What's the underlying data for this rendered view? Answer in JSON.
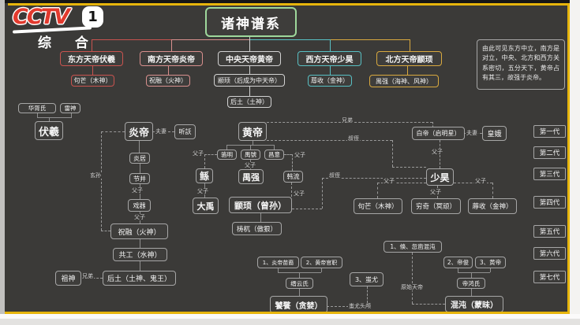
{
  "channel": {
    "name": "CCTV",
    "number": "1",
    "subtitle": "综 合"
  },
  "title": "诸神谱系",
  "note": "由此可见东方中立，南方是对立，中央、北方和西方关系密切，五分天下，黄帝占有其三，故强于炎帝。",
  "pantheon": {
    "row1": [
      "东方天帝伏羲",
      "南方天帝炎帝",
      "中央天帝黄帝",
      "西方天帝少昊",
      "北方天帝颛顼"
    ],
    "row2": [
      "句芒（木神）",
      "祝融（火神）",
      "颛顼（后成为中天帝）",
      "蓐收（金神）",
      "禺强（海神、风神）",
      "后土（土神）"
    ]
  },
  "generations": [
    "第一代",
    "第二代",
    "第三代",
    "第四代",
    "第五代",
    "第六代",
    "第七代"
  ],
  "nodes": {
    "huaxushi": "华胥氏",
    "leishen": "雷神",
    "fuxi": "伏羲",
    "yandi": "炎帝",
    "tingyao": "听訞",
    "yanju": "炎居",
    "jiebing": "节并",
    "xiqi": "戏器",
    "zhurong": "祝融（火神）",
    "gonggong": "共工（水神）",
    "houtu": "后土（土神、鬼王）",
    "zushen": "祖神",
    "huangdi": "黄帝",
    "luoming": "骆明",
    "yuhao": "禺號",
    "changyi": "昌意",
    "gun": "鲧",
    "yuqiang": "禺强",
    "hanliu": "韩流",
    "dayu": "大禹",
    "zhuanxu": "颛顼（曾孙）",
    "taowu": "梼杌（傲狠）",
    "baidi": "白帝（启明星）",
    "huange": "皇娥",
    "shaohao": "少昊",
    "jumang": "句芒（木神）",
    "qiongqi": "穷奇（冥顽）",
    "rushou": "蓐收（金神）",
    "miaoyi": "1、炎帝苗裔",
    "guanzhi": "2、黄帝官职",
    "jinyun": "缙云氏",
    "taotie": "饕餮（贪婪）",
    "chiyou": "3、蚩尤",
    "shuhu": "1、倏、忽凿混沌",
    "dijun": "2、帝俊",
    "huangdi3": "3、黄帝",
    "dihong": "帝鸿氏",
    "hundun": "混沌（蒙昧）"
  },
  "rels": {
    "fuqi": "夫妻",
    "fuzi": "父子",
    "xiongdi": "兄弟",
    "shuzhi": "叔侄",
    "xuansun": "玄孙",
    "chiyou_skull": "蚩尤头颅",
    "yuanshi": "原始天帝"
  },
  "colors": {
    "red": "#c9534f",
    "salmon": "#d88f8d",
    "gray": "#cccccc",
    "teal": "#58bfc3",
    "gold": "#d9a93f",
    "green": "#9ed89b",
    "frame": "#e7b50c",
    "logo_red": "#e23a2e"
  }
}
